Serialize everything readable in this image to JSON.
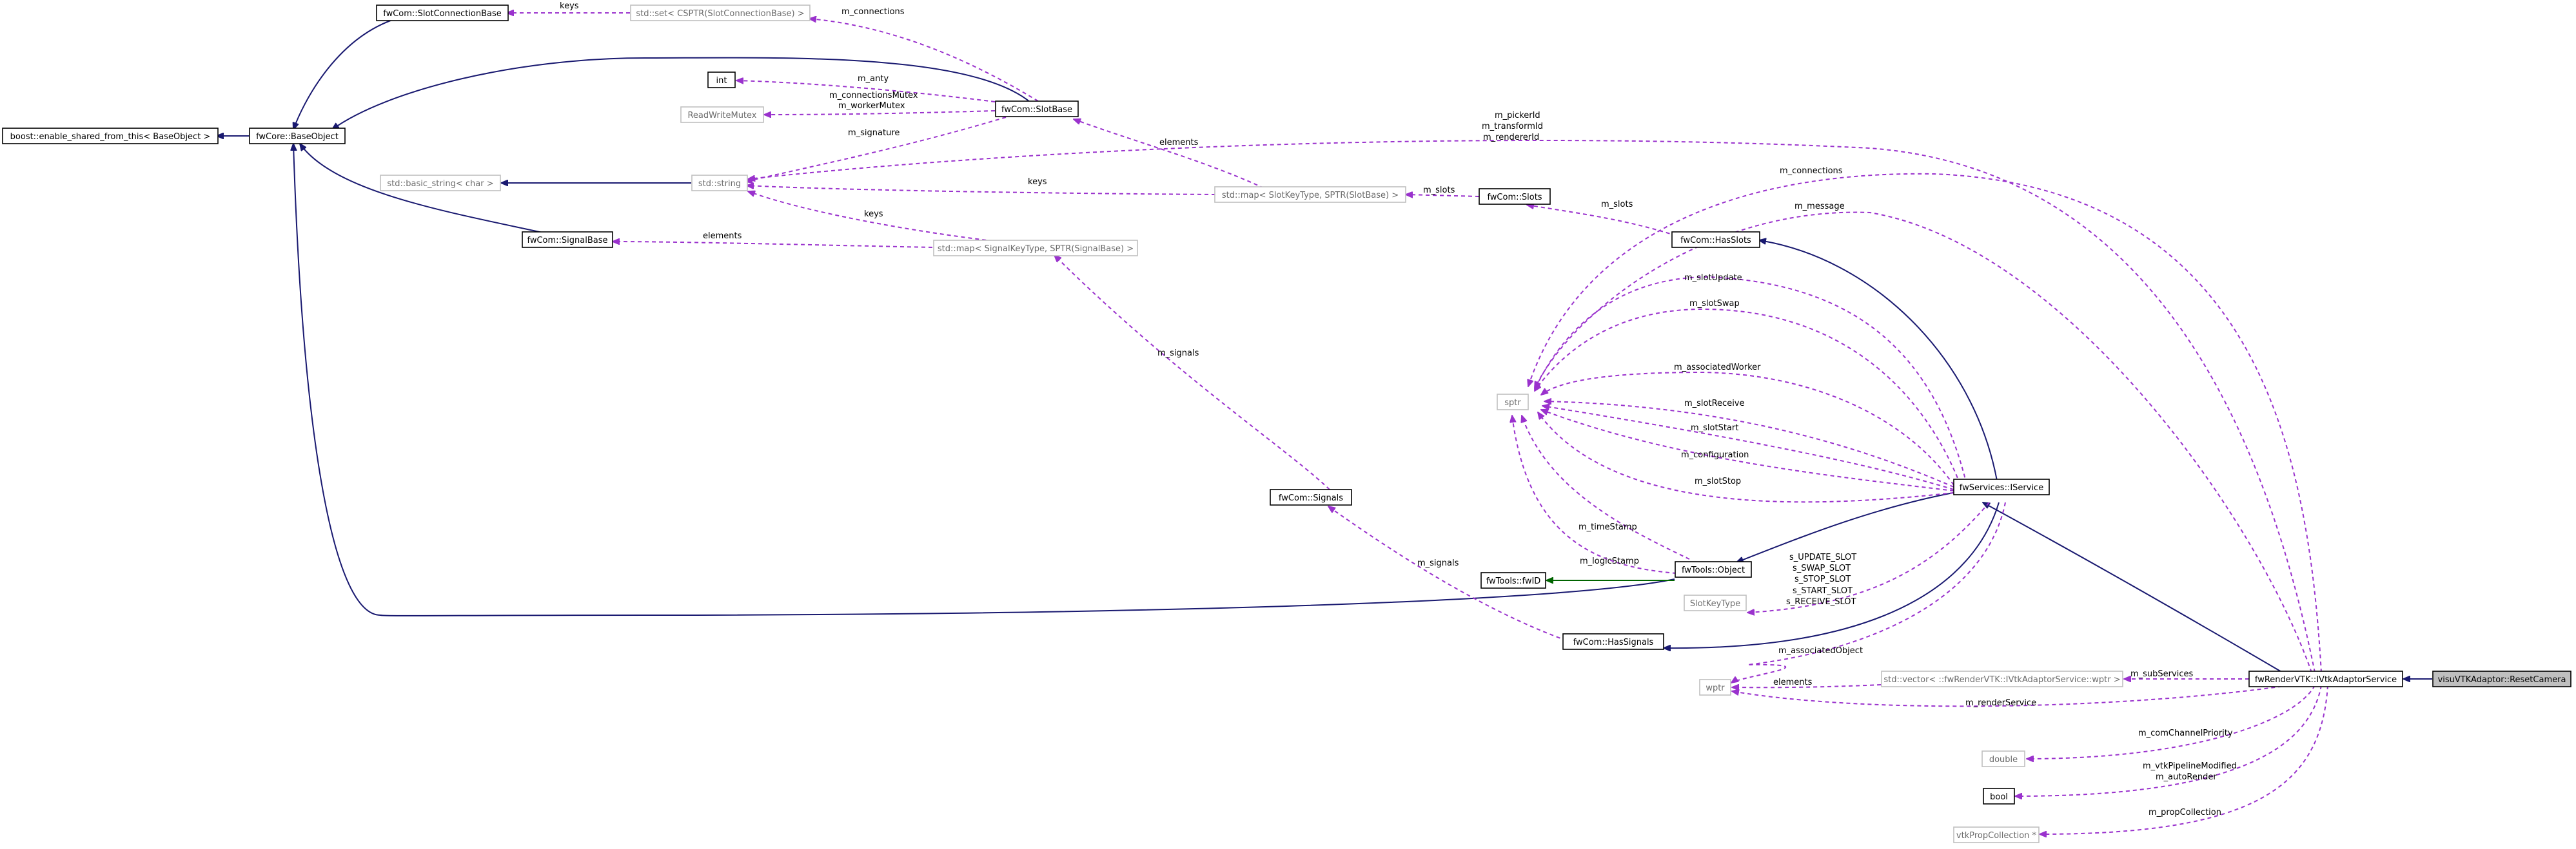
{
  "nodes": {
    "slotConnectionBase": "fwCom::SlotConnectionBase",
    "setCsptr": "std::set< CSPTR(SlotConnectionBase) >",
    "enableShared": "boost::enable_shared_from_this< BaseObject >",
    "baseObject": "fwCore::BaseObject",
    "int": "int",
    "readWriteMutex": "ReadWriteMutex",
    "slotBase": "fwCom::SlotBase",
    "basicString": "std::basic_string< char >",
    "stdString": "std::string",
    "mapSlot": "std::map< SlotKeyType, SPTR(SlotBase) >",
    "slots": "fwCom::Slots",
    "signalBase": "fwCom::SignalBase",
    "mapSignal": "std::map< SignalKeyType, SPTR(SignalBase) >",
    "hasSlots": "fwCom::HasSlots",
    "sptr": "sptr",
    "iService": "fwServices::IService",
    "signals": "fwCom::Signals",
    "fwToolsObject": "fwTools::Object",
    "fwId": "fwTools::fwID",
    "slotKeyType": "SlotKeyType",
    "hasSignals": "fwCom::HasSignals",
    "vectorWptr": "std::vector< ::fwRenderVTK::IVtkAdaptorService::wptr >",
    "wptr": "wptr",
    "vtkAdaptor": "fwRenderVTK::IVtkAdaptorService",
    "resetCamera": "visuVTKAdaptor::ResetCamera",
    "double": "double",
    "bool": "bool",
    "vtkPropCollection": "vtkPropCollection *"
  },
  "edges": {
    "keys1": "keys",
    "mConnections1": "m_connections",
    "mAnty": "m_anty",
    "mMutex1": "m_connectionsMutex",
    "mMutex2": "m_workerMutex",
    "mSignature": "m_signature",
    "elements1": "elements",
    "mPicker1": "m_pickerId",
    "mPicker2": "m_transformId",
    "mPicker3": "m_rendererId",
    "keys2": "keys",
    "mSlots": "m_slots",
    "keys3": "keys",
    "mConnections2": "m_connections",
    "elements2": "elements",
    "mSlots2": "m_slots",
    "mMessage": "m_message",
    "mSlotUpdate": "m_slotUpdate",
    "mSlotSwap": "m_slotSwap",
    "mAssociatedWorker": "m_associatedWorker",
    "mSlotReceive": "m_slotReceive",
    "mSlotStart": "m_slotStart",
    "mConfiguration": "m_configuration",
    "mSlotStop": "m_slotStop",
    "mSignals1": "m_signals",
    "mTimeStamp": "m_timeStamp",
    "mLogicStamp": "m_logicStamp",
    "mSignals2": "m_signals",
    "sUpdate": "s_UPDATE_SLOT",
    "sSwap": "s_SWAP_SLOT",
    "sStop": "s_STOP_SLOT",
    "sStart": "s_START_SLOT",
    "sReceive": "s_RECEIVE_SLOT",
    "mAssociatedObject": "m_associatedObject",
    "elements3": "elements",
    "mSubServices": "m_subServices",
    "mRenderService": "m_renderService",
    "mComChannel": "m_comChannelPriority",
    "mVtkPipeline1": "m_vtkPipelineModified",
    "mVtkPipeline2": "m_autoRender",
    "mPropCollection": "m_propCollection"
  },
  "colors": {
    "inheritance": "#191970",
    "usage": "#9a32cd",
    "template": "#006400",
    "external_border": "#bfbfbf",
    "highlight_fill": "#bfbfbf"
  }
}
